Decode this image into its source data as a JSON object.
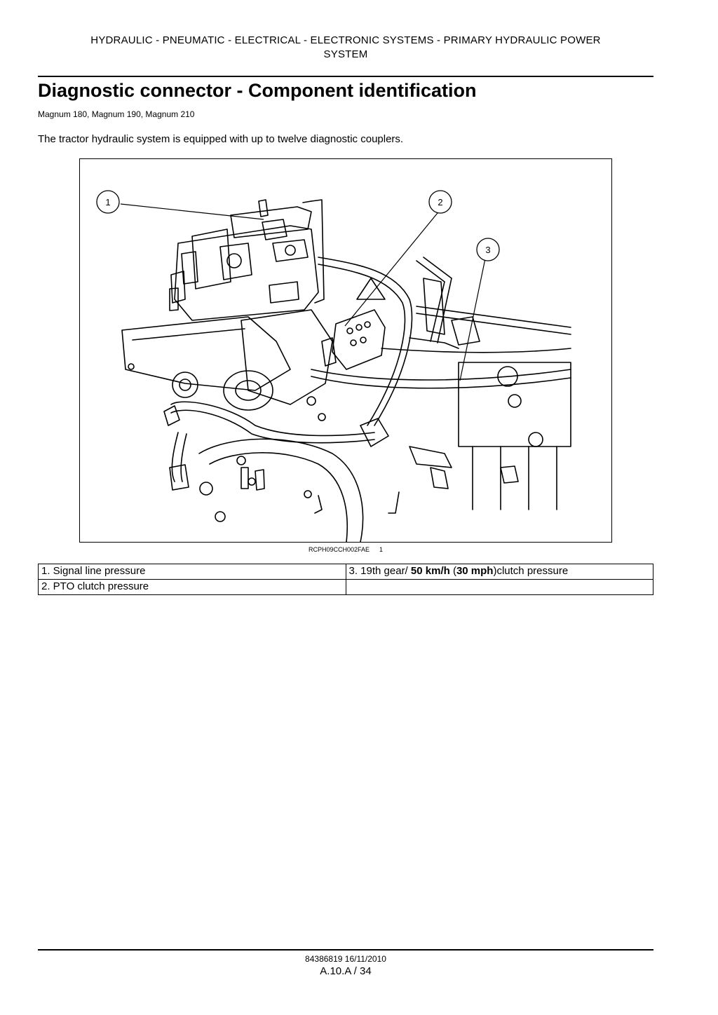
{
  "header": {
    "line1": "HYDRAULIC - PNEUMATIC - ELECTRICAL - ELECTRONIC SYSTEMS - PRIMARY HYDRAULIC POWER",
    "line2": "SYSTEM"
  },
  "title": "Diagnostic connector - Component identification",
  "models": "Magnum 180, Magnum 190, Magnum 210",
  "intro": "The tractor hydraulic system is equipped with up to twelve diagnostic couplers.",
  "figure": {
    "callouts": [
      "1",
      "2",
      "3"
    ],
    "code": "RCPH09CCH002FAE",
    "number": "1"
  },
  "legend": {
    "item1": "1.  Signal line pressure",
    "item2": "2.  PTO clutch pressure",
    "item3_prefix": "3.  19th gear/ ",
    "item3_speed_kmh": "50 km/h",
    "item3_open": " (",
    "item3_speed_mph": "30 mph",
    "item3_suffix": ")clutch pressure"
  },
  "footer": {
    "doc": "84386819 16/11/2010",
    "page": "A.10.A / 34"
  }
}
